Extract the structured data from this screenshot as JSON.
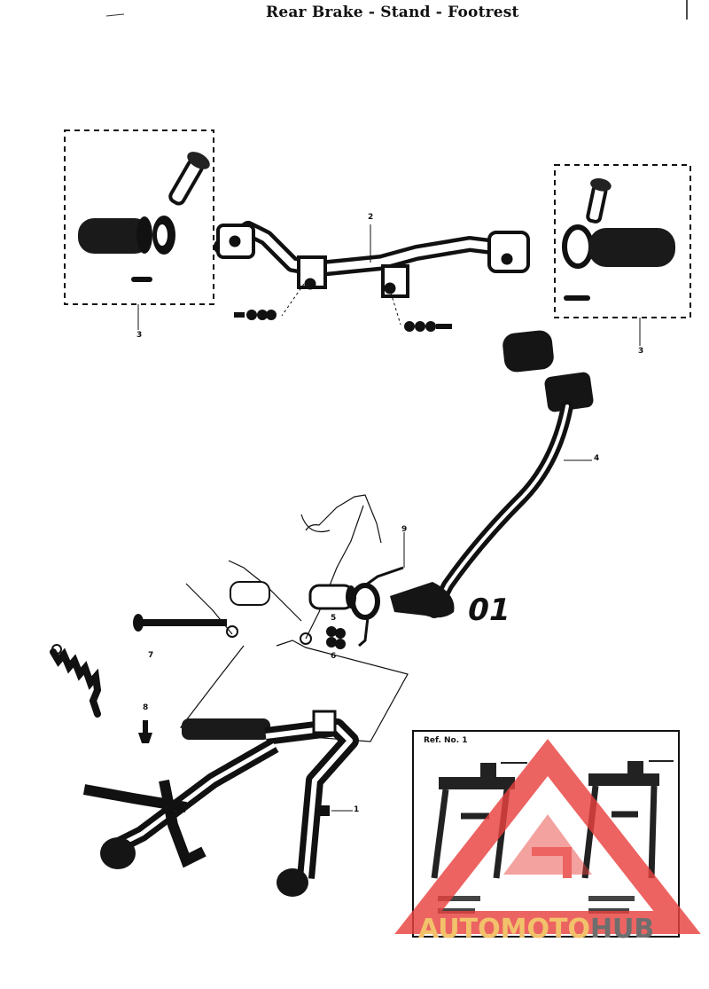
{
  "page": {
    "title": "Rear Brake - Stand - Footrest"
  },
  "labels": {
    "part_1": "1",
    "part_2": "2",
    "part_3_left": "3",
    "part_3_right": "3",
    "part_4": "4",
    "part_5": "5",
    "part_6": "6",
    "part_7": "7",
    "part_8": "8",
    "part_9": "9",
    "handwritten": "01"
  },
  "inset": {
    "ref": "Ref. No. 1"
  },
  "watermark": {
    "part_a": "AUTOMOTO",
    "part_b": "HUB",
    "colors": {
      "triangle": "#e8423f",
      "text_a": "#f2c26b",
      "text_b": "#6e6e6e"
    }
  },
  "icons": [
    "logo-triangle-icon"
  ]
}
